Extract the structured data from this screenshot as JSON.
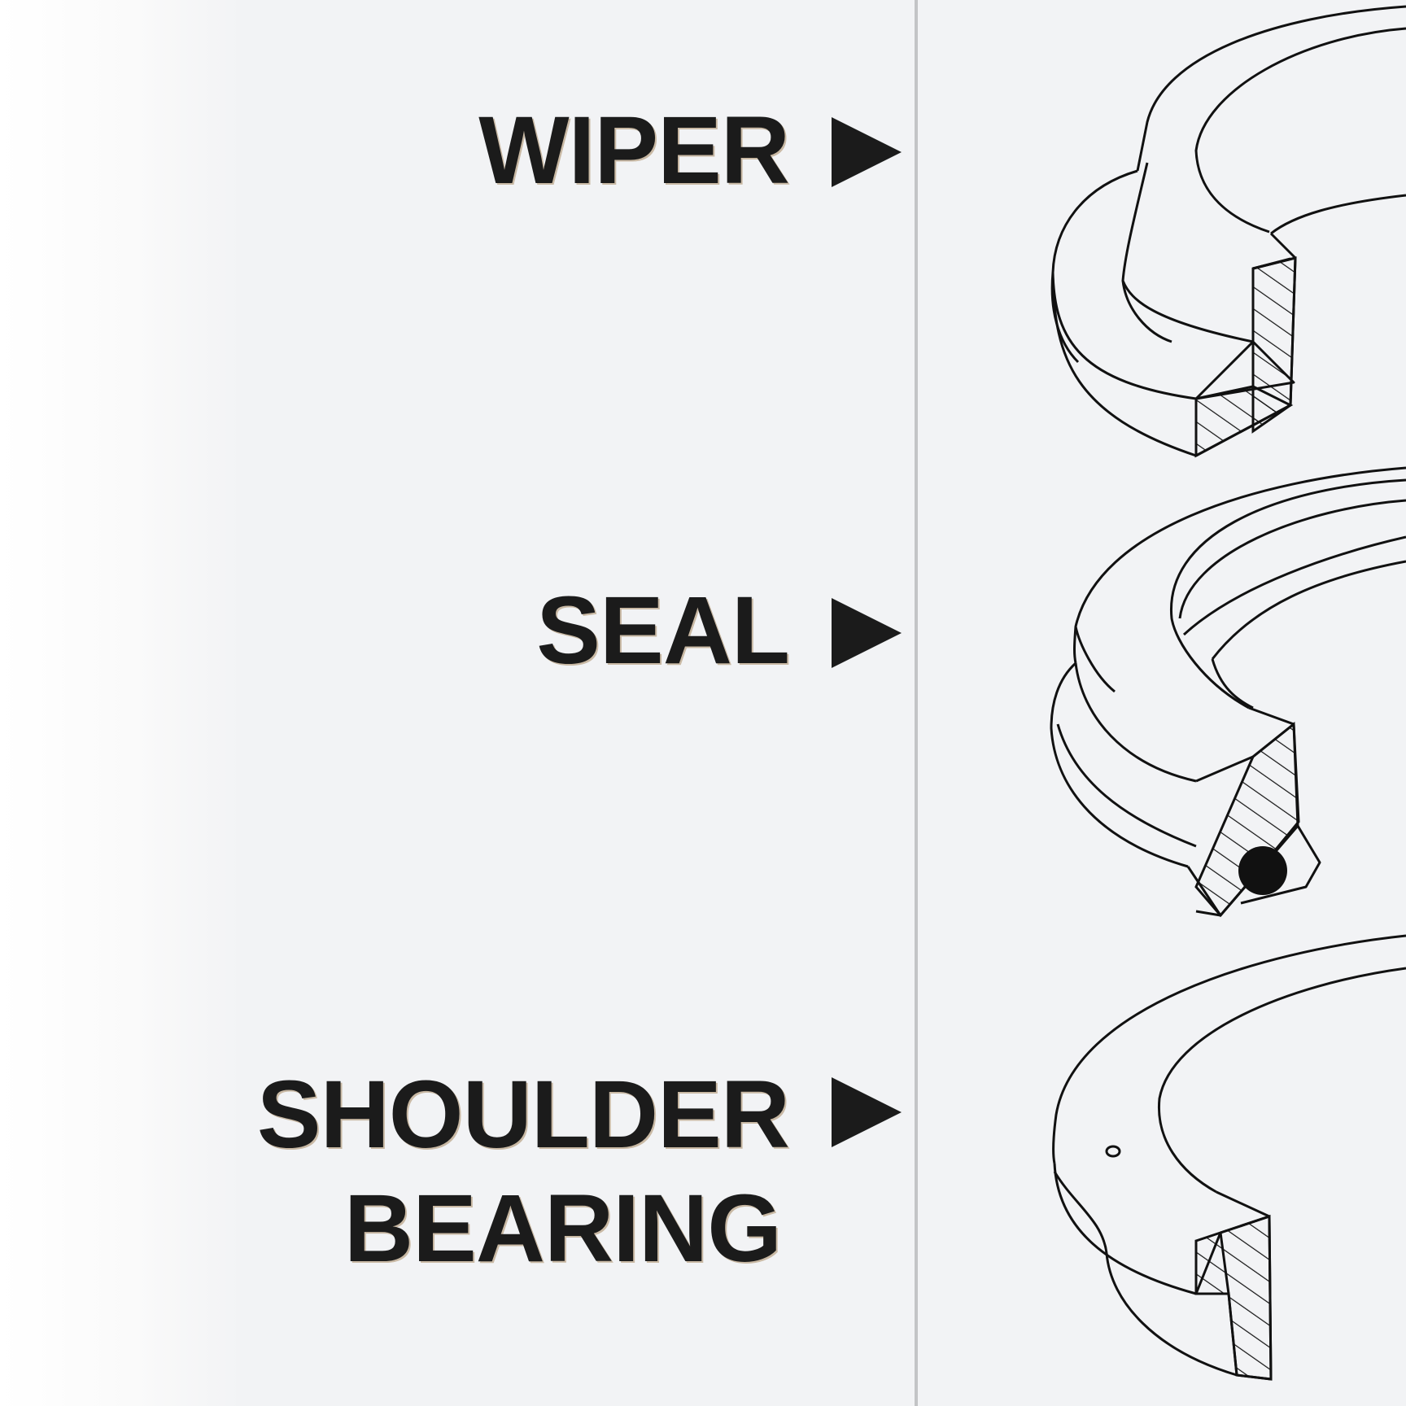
{
  "labels": {
    "wiper": "WIPER",
    "seal": "SEAL",
    "shoulder_line1": "SHOULDER",
    "shoulder_line2": "BEARING"
  },
  "icons": {
    "pointer": "play-triangle-right-icon"
  },
  "colors": {
    "panel_background": "#f2f3f5",
    "text": "#1b1b1b",
    "divider": "#c3c4c6",
    "line_art": "#111111"
  }
}
